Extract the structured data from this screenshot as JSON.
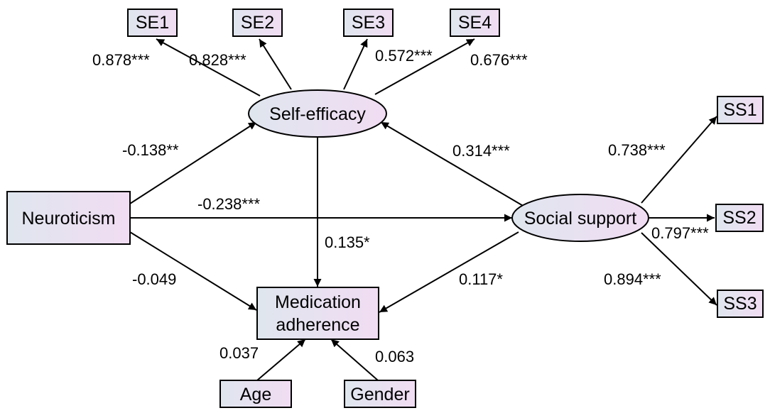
{
  "colors": {
    "node_fill_start": "#dfe6ee",
    "node_fill_end": "#f1dcf3",
    "stroke": "#000000"
  },
  "nodes": {
    "se1": "SE1",
    "se2": "SE2",
    "se3": "SE3",
    "se4": "SE4",
    "self_efficacy": "Self-efficacy",
    "neuroticism": "Neuroticism",
    "social_support": "Social support",
    "ss1": "SS1",
    "ss2": "SS2",
    "ss3": "SS3",
    "medication_adherence_line1": "Medication",
    "medication_adherence_line2": "adherence",
    "age": "Age",
    "gender": "Gender"
  },
  "coefficients": {
    "se_to_se1": "0.878***",
    "se_to_se2": "0.828***",
    "se_to_se3": "0.572***",
    "se_to_se4": "0.676***",
    "neuroticism_to_self_efficacy": "-0.138**",
    "neuroticism_to_social_support": "-0.238***",
    "social_support_to_self_efficacy": "0.314***",
    "self_efficacy_to_adherence": "0.135*",
    "neuroticism_to_adherence": "-0.049",
    "social_support_to_adherence": "0.117*",
    "ss_to_ss1": "0.738***",
    "ss_to_ss2": "0.797***",
    "ss_to_ss3": "0.894***",
    "age_to_adherence": "0.037",
    "gender_to_adherence": "0.063"
  }
}
